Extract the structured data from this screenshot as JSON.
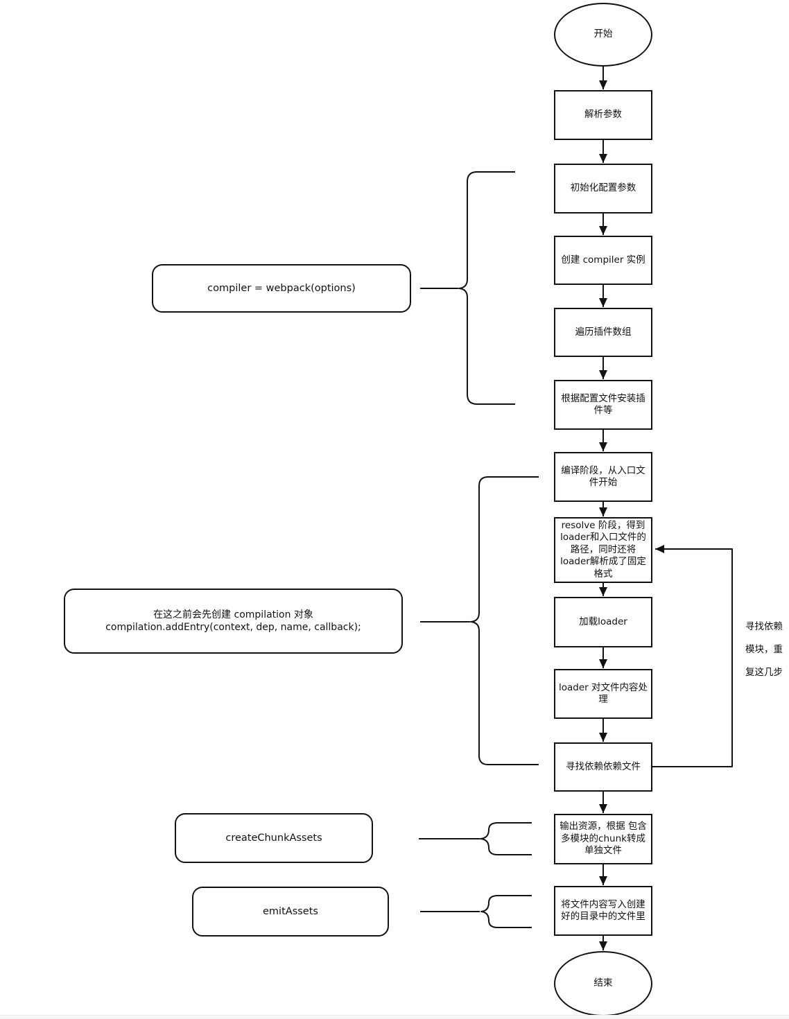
{
  "flow": {
    "nodes": [
      {
        "id": "start",
        "shape": "ellipse",
        "label": "开始"
      },
      {
        "id": "parse-args",
        "shape": "rect",
        "label": "解析参数"
      },
      {
        "id": "init-config",
        "shape": "rect",
        "label": "初始化配置参数"
      },
      {
        "id": "create-compiler",
        "shape": "rect",
        "label": "创建 compiler 实例"
      },
      {
        "id": "iterate-plugins",
        "shape": "rect",
        "label": "遍历插件数组"
      },
      {
        "id": "install-plugins",
        "shape": "rect",
        "label": "根据配置文件安装插件等"
      },
      {
        "id": "compile-entry",
        "shape": "rect",
        "label": "编译阶段，从入口文件开始"
      },
      {
        "id": "resolve",
        "shape": "rect",
        "label": "resolve 阶段，得到loader和入口文件的路径，同时还将loader解析成了固定格式"
      },
      {
        "id": "load-loader",
        "shape": "rect",
        "label": "加载loader"
      },
      {
        "id": "loader-process",
        "shape": "rect",
        "label": "loader 对文件内容处理"
      },
      {
        "id": "find-dependencies",
        "shape": "rect",
        "label": "寻找依赖依赖文件"
      },
      {
        "id": "output-assets",
        "shape": "rect",
        "label": "输出资源，根据 包含多模块的chunk转成单独文件"
      },
      {
        "id": "write-files",
        "shape": "rect",
        "label": "将文件内容写入创建好的目录中的文件里"
      },
      {
        "id": "end",
        "shape": "ellipse",
        "label": "结束"
      }
    ]
  },
  "annotations": {
    "compiler": {
      "label": "compiler = webpack(options)"
    },
    "compilation": {
      "line1": "在这之前会先创建 compilation 对象",
      "line2": "compilation.addEntry(context, dep, name, callback);"
    },
    "create_chunk_assets": {
      "label": "createChunkAssets"
    },
    "emit_assets": {
      "label": "emitAssets"
    },
    "loop": {
      "label": "寻找依赖模块，重复这几步"
    }
  },
  "colors": {
    "stroke": "#111111",
    "background": "#ffffff",
    "footer_strip": "#f7f7f8"
  }
}
